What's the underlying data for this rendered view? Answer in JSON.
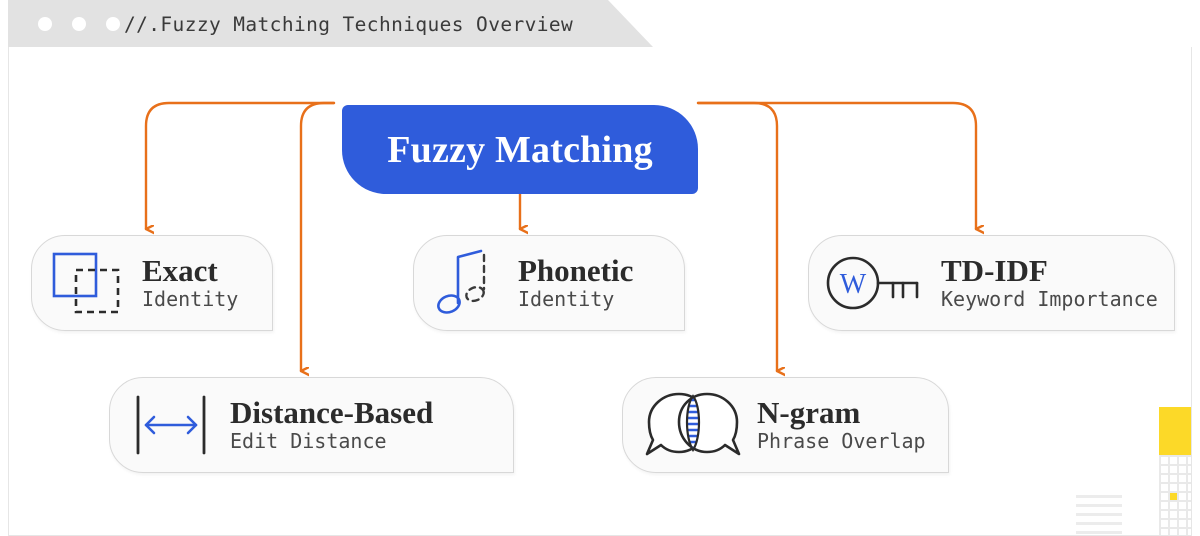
{
  "window": {
    "title": "//.Fuzzy Matching Techniques Overview",
    "dots": [
      "dot-1",
      "dot-2",
      "dot-3"
    ]
  },
  "colors": {
    "brand_blue": "#2f5cdb",
    "connector_orange": "#e8701a",
    "accent_yellow": "#fcd928",
    "card_bg": "#fafafa",
    "card_border": "#d8d8d8",
    "titlebar_bg": "#e2e2e2"
  },
  "diagram": {
    "type": "tree",
    "root": {
      "label": "Fuzzy Matching"
    },
    "children": [
      {
        "id": "exact",
        "title": "Exact",
        "subtitle": "Identity",
        "icon": "overlapping-squares-icon"
      },
      {
        "id": "distance-based",
        "title": "Distance-Based",
        "subtitle": "Edit Distance",
        "icon": "measure-arrow-icon"
      },
      {
        "id": "phonetic",
        "title": "Phonetic",
        "subtitle": "Identity",
        "icon": "music-note-icon"
      },
      {
        "id": "n-gram",
        "title": "N-gram",
        "subtitle": "Phrase Overlap",
        "icon": "overlapping-speech-bubbles-icon"
      },
      {
        "id": "td-idf",
        "title": "TD-IDF",
        "subtitle": "Keyword Importance",
        "icon": "keyword-key-icon"
      }
    ]
  },
  "decorations": {
    "yellow_square": "yellow-square",
    "dotted_grid": "dotted-grid",
    "line_stack": "line-stack"
  }
}
